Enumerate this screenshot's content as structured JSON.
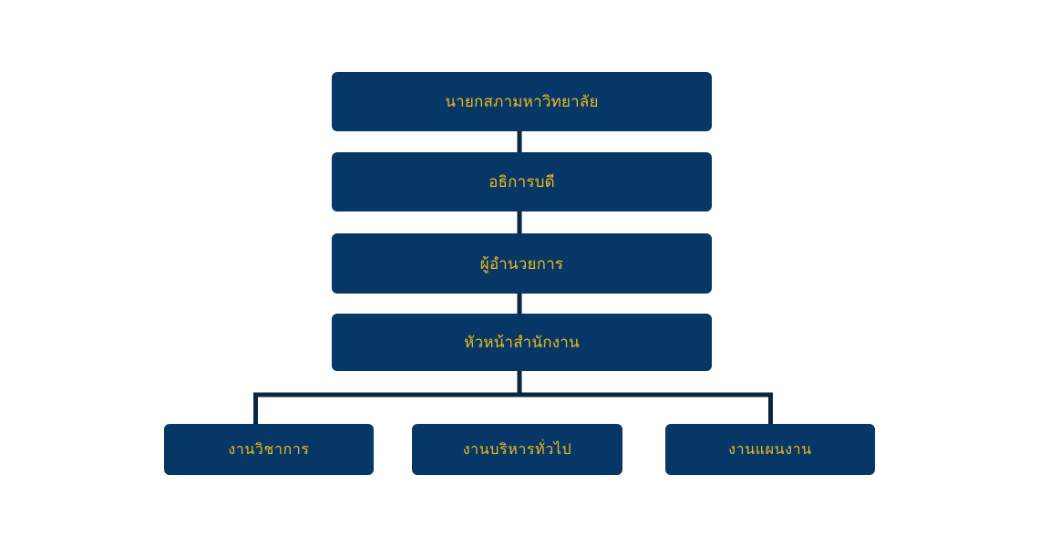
{
  "colors": {
    "box_fill": "#063766",
    "label_text": "#f1b91a",
    "connector": "#0b2540",
    "background": "#ffffff"
  },
  "org_chart": {
    "president": "นายกสภามหาวิทยาลัย",
    "rector": "อธิการบดี",
    "director": "ผู้อำนวยการ",
    "office_head": "หัวหน้าสำนักงาน",
    "divisions": [
      "งานวิชาการ",
      "งานบริหารทั่วไป",
      "งานแผนงาน"
    ]
  }
}
